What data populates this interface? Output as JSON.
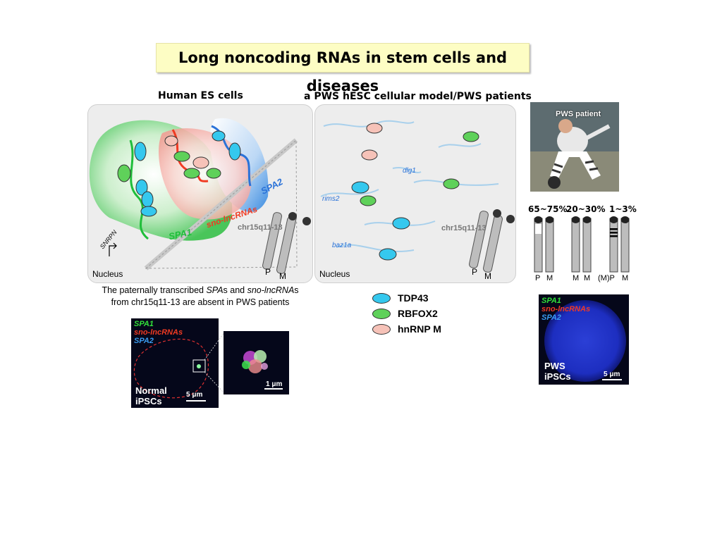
{
  "title": "Long noncoding RNAs in stem cells and diseases",
  "left_panel": {
    "header": "Human ES cells",
    "labels": {
      "spa1": "SPA1",
      "spa2": "SPA2",
      "sno": "sno-lncRNAs",
      "snrpn": "SNRPN",
      "locus": "chr15q11-13",
      "nucleus": "Nucleus",
      "p": "P",
      "m": "M"
    },
    "caption_parts": [
      "The paternally transcribed ",
      "SPA",
      "s and ",
      "sno-lncRNA",
      "s",
      "from chr15q11-13 are absent in PWS patients"
    ]
  },
  "mid_panel": {
    "header": "a PWS hESC cellular model/PWS patients",
    "genes": [
      "dlg1",
      "rims2",
      "baz1a"
    ],
    "locus": "chr15q11-13",
    "nucleus": "Nucleus",
    "p": "P",
    "m": "M"
  },
  "legend": [
    {
      "label": "TDP43",
      "color": "#35c8ee"
    },
    {
      "label": "RBFOX2",
      "color": "#5fd15a"
    },
    {
      "label": "hnRNP M",
      "color": "#f6c2b8"
    }
  ],
  "colors": {
    "spa1": "#1fbe3a",
    "sno": "#f03a22",
    "spa2": "#2a72d8",
    "accent_title_bg": "#fdfdc4"
  },
  "photo_label": "PWS patient",
  "percentages": [
    "65~75%",
    "20~30%",
    "1~3%"
  ],
  "chrom_labels": {
    "g1": [
      "P",
      "M"
    ],
    "g2": [
      "M",
      "M"
    ],
    "g3": [
      "(M)P",
      "M"
    ]
  },
  "micro_normal": {
    "legend": [
      "SPA1",
      "sno-lncRNAs",
      "SPA2"
    ],
    "label": [
      "Normal",
      "iPSCs"
    ],
    "scale": "5 μm",
    "inset_scale": "1 μm"
  },
  "micro_pws": {
    "legend": [
      "SPA1",
      "sno-lncRNAs",
      "SPA2"
    ],
    "label": [
      "PWS",
      "iPSCs"
    ],
    "scale": "5 μm"
  }
}
